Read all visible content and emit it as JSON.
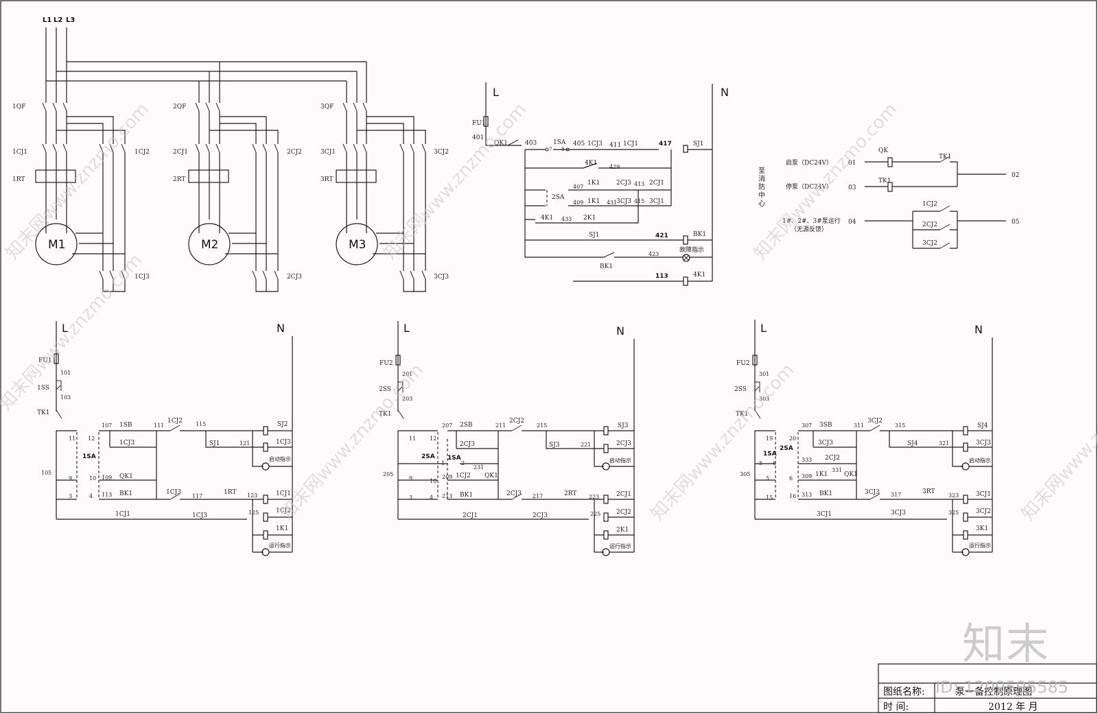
{
  "phase_labels": [
    "L1",
    "L2",
    "L3"
  ],
  "motors": [
    {
      "name": "M1",
      "breaker": "1QF",
      "c1": "1CJ1",
      "c2": "1CJ2",
      "c3": "1CJ3",
      "relay": "1RT"
    },
    {
      "name": "M2",
      "breaker": "2QF",
      "c1": "2CJ1",
      "c2": "2CJ2",
      "c3": "2CJ3",
      "relay": "2RT"
    },
    {
      "name": "M3",
      "breaker": "3QF",
      "c1": "3CJ1",
      "c2": "3CJ2",
      "c3": "3CJ3",
      "relay": "3RT"
    }
  ],
  "common_control": {
    "L": "L",
    "N": "N",
    "labels": [
      "FU1",
      "401",
      "QK1",
      "403",
      "1SA",
      "7",
      "8",
      "405",
      "1CJ3",
      "411",
      "1CJ1",
      "417",
      "SJ1",
      "4K1",
      "429",
      "8",
      "407",
      "1K1",
      "2CJ3",
      "413",
      "2CJ1",
      "2SA",
      "2",
      "1",
      "409",
      "1K1",
      "431",
      "3CJ3",
      "415",
      "3CJ1",
      "4K1",
      "433",
      "2K1",
      "SJ1",
      "421",
      "BK1",
      "423",
      "故障指示",
      "BK1",
      "113",
      "4K1",
      "7"
    ]
  },
  "fire_interface": {
    "vertical_label": [
      "至",
      "消",
      "防",
      "中",
      "心"
    ],
    "start_label": "启泵（DC24V）",
    "stop_label": "停泵（DC24V）",
    "run_label": "1#、2#、3#泵运行",
    "run_sub": "（无源反馈）",
    "terms": [
      "01",
      "02",
      "03",
      "04",
      "05"
    ],
    "devices": [
      "QK",
      "TK1",
      "TK1",
      "1CJ2",
      "2CJ2",
      "3CJ2"
    ]
  },
  "pump_controls": [
    {
      "L": "L",
      "N": "N",
      "fuse": "FU1",
      "stop": "1SS",
      "tk": "TK1",
      "sa": "1SA",
      "wires": [
        "101",
        "103",
        "105",
        "107",
        "109",
        "111",
        "113",
        "115",
        "117",
        "121",
        "123",
        "125"
      ],
      "nodes": [
        "11",
        "12",
        "9",
        "10",
        "3",
        "4"
      ],
      "dev": [
        "1SB",
        "1CJ3",
        "QK1",
        "BK1",
        "1CJ2",
        "1CJ3",
        "SJ1",
        "1RT",
        "1CJ1",
        "1CJ3",
        "SJ2",
        "1CJ3",
        "1CJ1",
        "1CJ2",
        "1K1"
      ],
      "lamps": [
        "启动指示",
        "运行指示"
      ]
    },
    {
      "L": "L",
      "N": "N",
      "fuse": "FU2",
      "stop": "2SS",
      "tk": "TK1",
      "sa": "2SA",
      "sa2": "1SA",
      "wires": [
        "201",
        "203",
        "205",
        "207",
        "209",
        "211",
        "213",
        "215",
        "217",
        "221",
        "223",
        "225",
        "231"
      ],
      "nodes": [
        "11",
        "12",
        "9",
        "10",
        "3",
        "4",
        "1",
        "2"
      ],
      "dev": [
        "2SB",
        "2CJ3",
        "1CJ2",
        "QK1",
        "BK1",
        "2CJ2",
        "2CJ3",
        "SJ3",
        "2RT",
        "2CJ1",
        "2CJ3",
        "SJ3",
        "2CJ3",
        "2CJ1",
        "2CJ2",
        "2K1"
      ],
      "lamps": [
        "启动指示",
        "运行指示"
      ]
    },
    {
      "L": "L",
      "N": "N",
      "fuse": "FU2",
      "stop": "2SS",
      "tk": "TK1",
      "sa": "1SA",
      "sa2": "2SA",
      "wires": [
        "301",
        "303",
        "305",
        "307",
        "309",
        "311",
        "313",
        "315",
        "317",
        "321",
        "323",
        "325",
        "331",
        "333"
      ],
      "nodes": [
        "19",
        "20",
        "5",
        "6",
        "5",
        "6",
        "15",
        "16"
      ],
      "dev": [
        "3SB",
        "3CJ3",
        "2CJ2",
        "1K1",
        "QK1",
        "BK1",
        "3CJ2",
        "3CJ3",
        "SJ4",
        "3RT",
        "3CJ1",
        "3CJ3",
        "SJ4",
        "3CJ3",
        "3CJ1",
        "3CJ2",
        "3K1"
      ],
      "lamps": [
        "启动指示",
        "运行指示"
      ]
    }
  ],
  "title_block": {
    "name_label": "图纸名称:",
    "name_value": "泵一备控制原理图",
    "time_label": "时    间:",
    "time_value": "2012 年   月"
  },
  "watermarks": {
    "site": "知末网www.znzmo.com",
    "brand": "知末",
    "id": "ID: 1209595585"
  }
}
